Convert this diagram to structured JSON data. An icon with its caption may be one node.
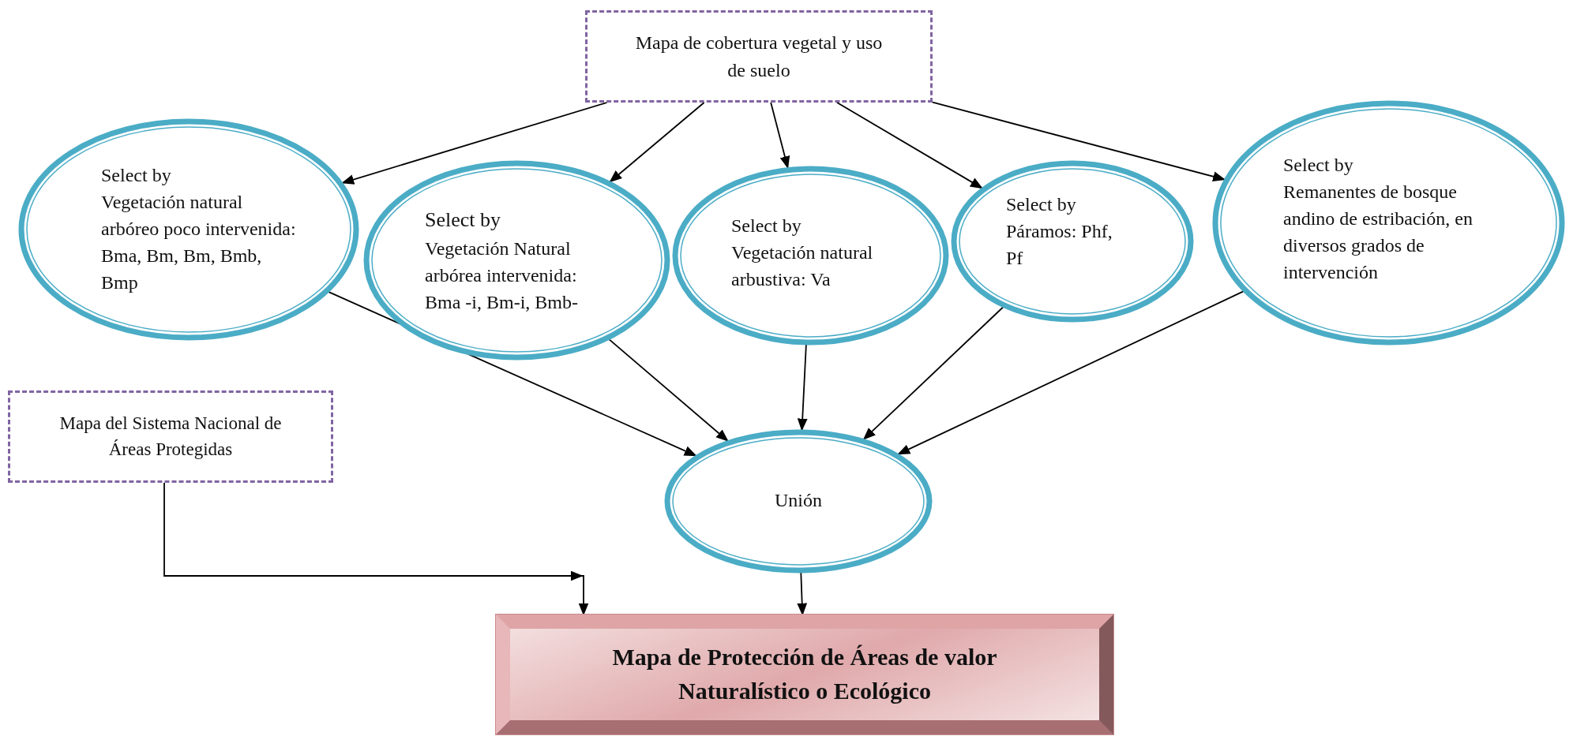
{
  "diagram": {
    "nodes": [
      {
        "text": [
          "Mapa de cobertura vegetal y uso de suelo"
        ]
      },
      {
        "text": [
          "Select by",
          "Vegetación natural arbóreo poco intervenida: Bma, Bm, Bm, Bmb, Bmp"
        ]
      },
      {
        "text": [
          "Select by",
          "Vegetación Natural arbórea intervenida: Bma -i, Bm-i, Bmb-"
        ]
      },
      {
        "text": [
          "Select by",
          "Vegetación natural arbustiva: Va"
        ]
      },
      {
        "text": [
          "Select by",
          "Páramos: Phf, Pf"
        ]
      },
      {
        "text": [
          "Select by",
          "Remanentes de bosque andino de estribación, en diversos grados de intervención"
        ]
      },
      {
        "text": [
          "Unión"
        ]
      },
      {
        "text": [
          "Mapa del Sistema Nacional de Áreas Protegidas"
        ]
      },
      {
        "text": [
          "Mapa de Protección de Áreas de valor Naturalístico o Ecológico"
        ]
      }
    ],
    "edges": [
      {
        "from": 0,
        "to": 1,
        "arrow": "to"
      },
      {
        "from": 0,
        "to": 2,
        "arrow": "to"
      },
      {
        "from": 0,
        "to": 3,
        "arrow": "to"
      },
      {
        "from": 0,
        "to": 4,
        "arrow": "to"
      },
      {
        "from": 0,
        "to": 5,
        "arrow": "to"
      },
      {
        "from": 1,
        "to": 6,
        "arrow": "to"
      },
      {
        "from": 2,
        "to": 6,
        "arrow": "to"
      },
      {
        "from": 3,
        "to": 6,
        "arrow": "to"
      },
      {
        "from": 4,
        "to": 6,
        "arrow": "to"
      },
      {
        "from": 5,
        "to": 6,
        "arrow": "to"
      },
      {
        "from": 6,
        "to": 8,
        "arrow": "to"
      },
      {
        "from": 7,
        "to": 8,
        "arrow": "to"
      }
    ]
  }
}
